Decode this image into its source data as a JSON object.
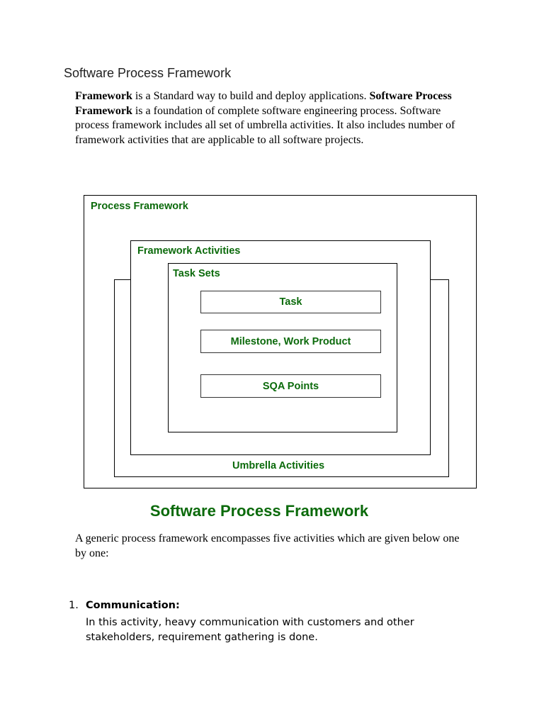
{
  "doc": {
    "heading": "Software Process Framework",
    "intro": {
      "term1": "Framework",
      "text1": " is a Standard way to build and deploy applications. ",
      "term2": "Software Process Framework",
      "text2": " is a foundation of complete software engineering process. Software process framework includes all set of umbrella activities. It also includes number of framework activities that are applicable to all software projects."
    },
    "diagram": {
      "process_framework": "Process Framework",
      "framework_activities": "Framework Activities",
      "task_sets": "Task Sets",
      "task": "Task",
      "milestone": "Milestone, Work Product",
      "sqa": "SQA Points",
      "umbrella": "Umbrella Activities",
      "caption": "Software Process Framework",
      "accent_color": "#0b6a0b"
    },
    "para2": "A generic process framework encompasses five activities which are given below one by one:",
    "list": [
      {
        "number": "1.",
        "title": "Communication:",
        "body": "In this activity, heavy communication with customers and other stakeholders, requirement gathering is done."
      }
    ]
  }
}
